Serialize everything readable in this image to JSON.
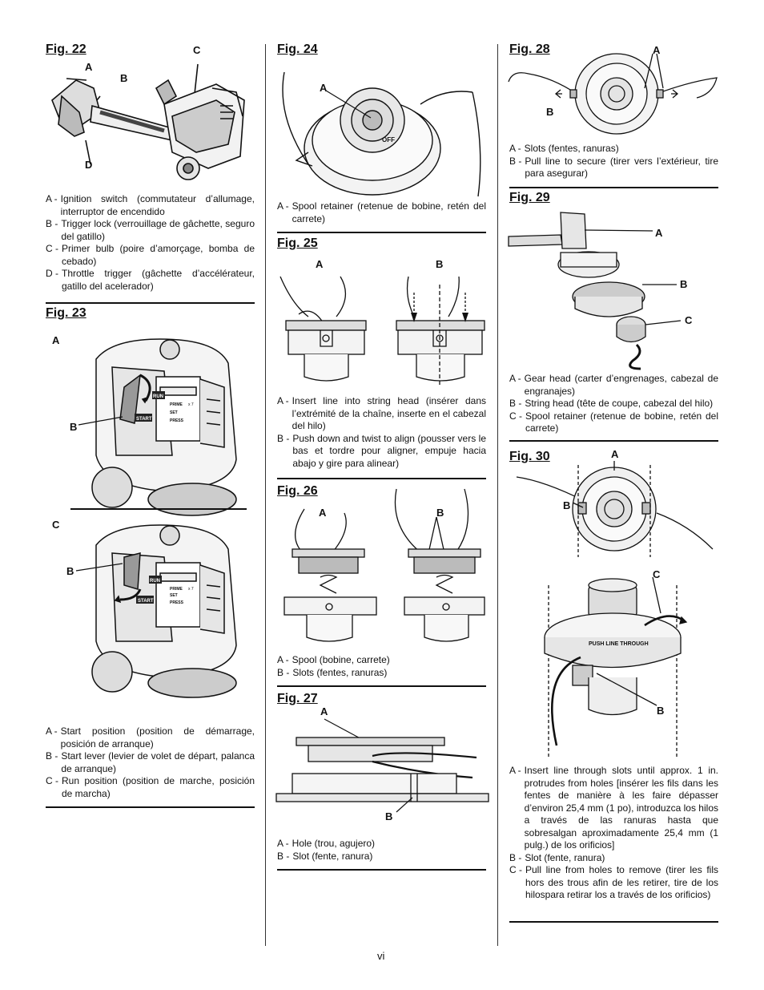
{
  "page_number": "vi",
  "fig22": {
    "title": "Fig. 22",
    "labels": {
      "a": "A",
      "b": "B",
      "c": "C",
      "d": "D"
    },
    "captions": [
      {
        "key": "A -",
        "text": "Ignition switch (commutateur d’allumage, interruptor de encendido"
      },
      {
        "key": "B -",
        "text": "Trigger lock (verrouillage de gâchette, seguro del gatillo)"
      },
      {
        "key": "C -",
        "text": "Primer bulb (poire d’amorçage, bomba de cebado)"
      },
      {
        "key": "D -",
        "text": "Throttle trigger (gâchette d’accélérateur, gatillo del acelerador)"
      }
    ]
  },
  "fig23": {
    "title": "Fig. 23",
    "labels": {
      "a": "A",
      "b1": "B",
      "c": "C",
      "b2": "B"
    },
    "panel_text": {
      "run": "RUN",
      "start": "START",
      "prime": "PRIME",
      "set": "SET",
      "press": "PRESS",
      "x7": "x 7"
    },
    "captions": [
      {
        "key": "A -",
        "text": "Start position (position de démarrage, posición de arranque)"
      },
      {
        "key": "B -",
        "text": "Start lever (levier de volet de départ, palanca de arranque)"
      },
      {
        "key": "C -",
        "text": "Run position (position de marche, posición de marcha)"
      }
    ]
  },
  "fig24": {
    "title": "Fig. 24",
    "labels": {
      "a": "A"
    },
    "knob_text": "OFF",
    "captions": [
      {
        "key": "A -",
        "text": "Spool retainer (retenue de bobine, retén del carrete)"
      }
    ]
  },
  "fig25": {
    "title": "Fig. 25",
    "labels": {
      "a": "A",
      "b": "B"
    },
    "captions": [
      {
        "key": "A -",
        "text": "Insert line into string head (insérer dans l’extrémité de la chaîne, inserte en el cabezal del hilo)"
      },
      {
        "key": "B -",
        "text": "Push down and twist to align (pousser vers le bas et tordre pour aligner, empuje hacia abajo y gire para alinear)"
      }
    ]
  },
  "fig26": {
    "title": "Fig. 26",
    "labels": {
      "a": "A",
      "b": "B"
    },
    "captions": [
      {
        "key": "A -",
        "text": "Spool (bobine, carrete)"
      },
      {
        "key": "B -",
        "text": "Slots (fentes, ranuras)"
      }
    ]
  },
  "fig27": {
    "title": "Fig. 27",
    "labels": {
      "a": "A",
      "b": "B"
    },
    "captions": [
      {
        "key": "A -",
        "text": "Hole (trou, agujero)"
      },
      {
        "key": "B -",
        "text": "Slot (fente, ranura)"
      }
    ]
  },
  "fig28": {
    "title": "Fig. 28",
    "labels": {
      "a": "A",
      "b": "B"
    },
    "captions": [
      {
        "key": "A -",
        "text": "Slots (fentes, ranuras)"
      },
      {
        "key": "B -",
        "text": "Pull line to secure (tirer vers l’extérieur, tire para asegurar)"
      }
    ]
  },
  "fig29": {
    "title": "Fig. 29",
    "labels": {
      "a": "A",
      "b": "B",
      "c": "C"
    },
    "captions": [
      {
        "key": "A -",
        "text": "Gear head (carter d’engrenages, cabezal de engranajes)"
      },
      {
        "key": "B -",
        "text": "String head (tête de coupe, cabezal del hilo)"
      },
      {
        "key": "C -",
        "text": "Spool retainer (retenue de bobine, retén del carrete)"
      }
    ]
  },
  "fig30": {
    "title": "Fig. 30",
    "labels": {
      "a": "A",
      "b1": "B",
      "c": "C",
      "b2": "B"
    },
    "ring_text": "PUSH LINE THROUGH",
    "captions": [
      {
        "key": "A -",
        "text": "Insert line through slots until approx. 1 in. protrudes from holes [insérer les fils dans les fentes de manière à les faire dépasser d’environ 25,4 mm (1 po), introduzca los hilos a través de las ranuras hasta que sobresalgan aproximadamente 25,4 mm (1 pulg.) de los orificios]"
      },
      {
        "key": "B -",
        "text": "Slot (fente, ranura)"
      },
      {
        "key": "C -",
        "text": "Pull line from holes to remove (tirer les fils hors des trous afin de les retirer, tire de los hilospara retirar los a través de los orificios)"
      }
    ]
  }
}
